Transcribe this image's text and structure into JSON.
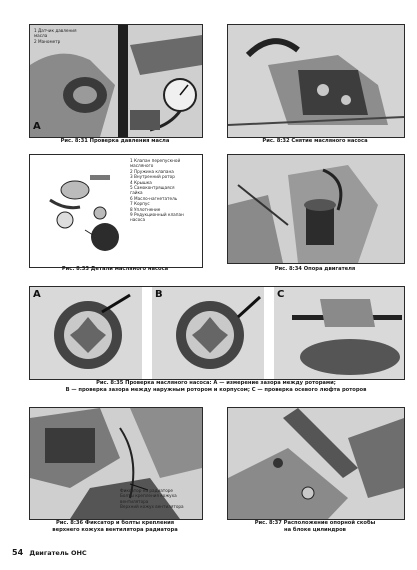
{
  "figures": {
    "f31": {
      "caption": "Рис. 8:31 Проверка давления масла",
      "letter": "A",
      "legend": [
        "1 Датчик давления",
        "масла",
        "2 Манометр"
      ]
    },
    "f32": {
      "caption": "Рис. 8:32 Снятие масляного насоса"
    },
    "f33": {
      "caption": "Рис. 8:33 Детали масляного насоса",
      "legend": [
        "1 Клапан перепускной",
        "масляного",
        "2 Пружина клапана",
        "3 Внутренний ротор",
        "4 Крышка",
        "5 Самоконтрящаяся",
        "гайка",
        "6 Масло-нагнетатель",
        "7 Корпус",
        "8 Уплотнение",
        "9 Редукционный клапан",
        "насоса"
      ]
    },
    "f34": {
      "caption": "Рис. 8:34 Опора двигателя"
    },
    "f35": {
      "caption_line1": "Рис. 8:35 Проверка масляного насоса: А — измерение зазора между роторами;",
      "caption_line2": "B — проверка зазора между наружным ротором и корпусом; C — проверка осевого люфта роторов",
      "letters": [
        "A",
        "B",
        "C"
      ]
    },
    "f36": {
      "caption_line1": "Рис. 8:36 Фиксатор и болты крепления",
      "caption_line2": "верхнего кожуха вентилятора радиатора",
      "legend": [
        "Фиксатор на радиаторе",
        "Болты крепления кожуха",
        "вентилятора",
        "Верхний кожух вентилятора"
      ]
    },
    "f37": {
      "caption_line1": "Рис. 8:37 Расположение опорной скобы",
      "caption_line2": "на блоке цилиндров"
    }
  },
  "footer": {
    "page_number": "54",
    "title": "Двигатель OHC"
  }
}
